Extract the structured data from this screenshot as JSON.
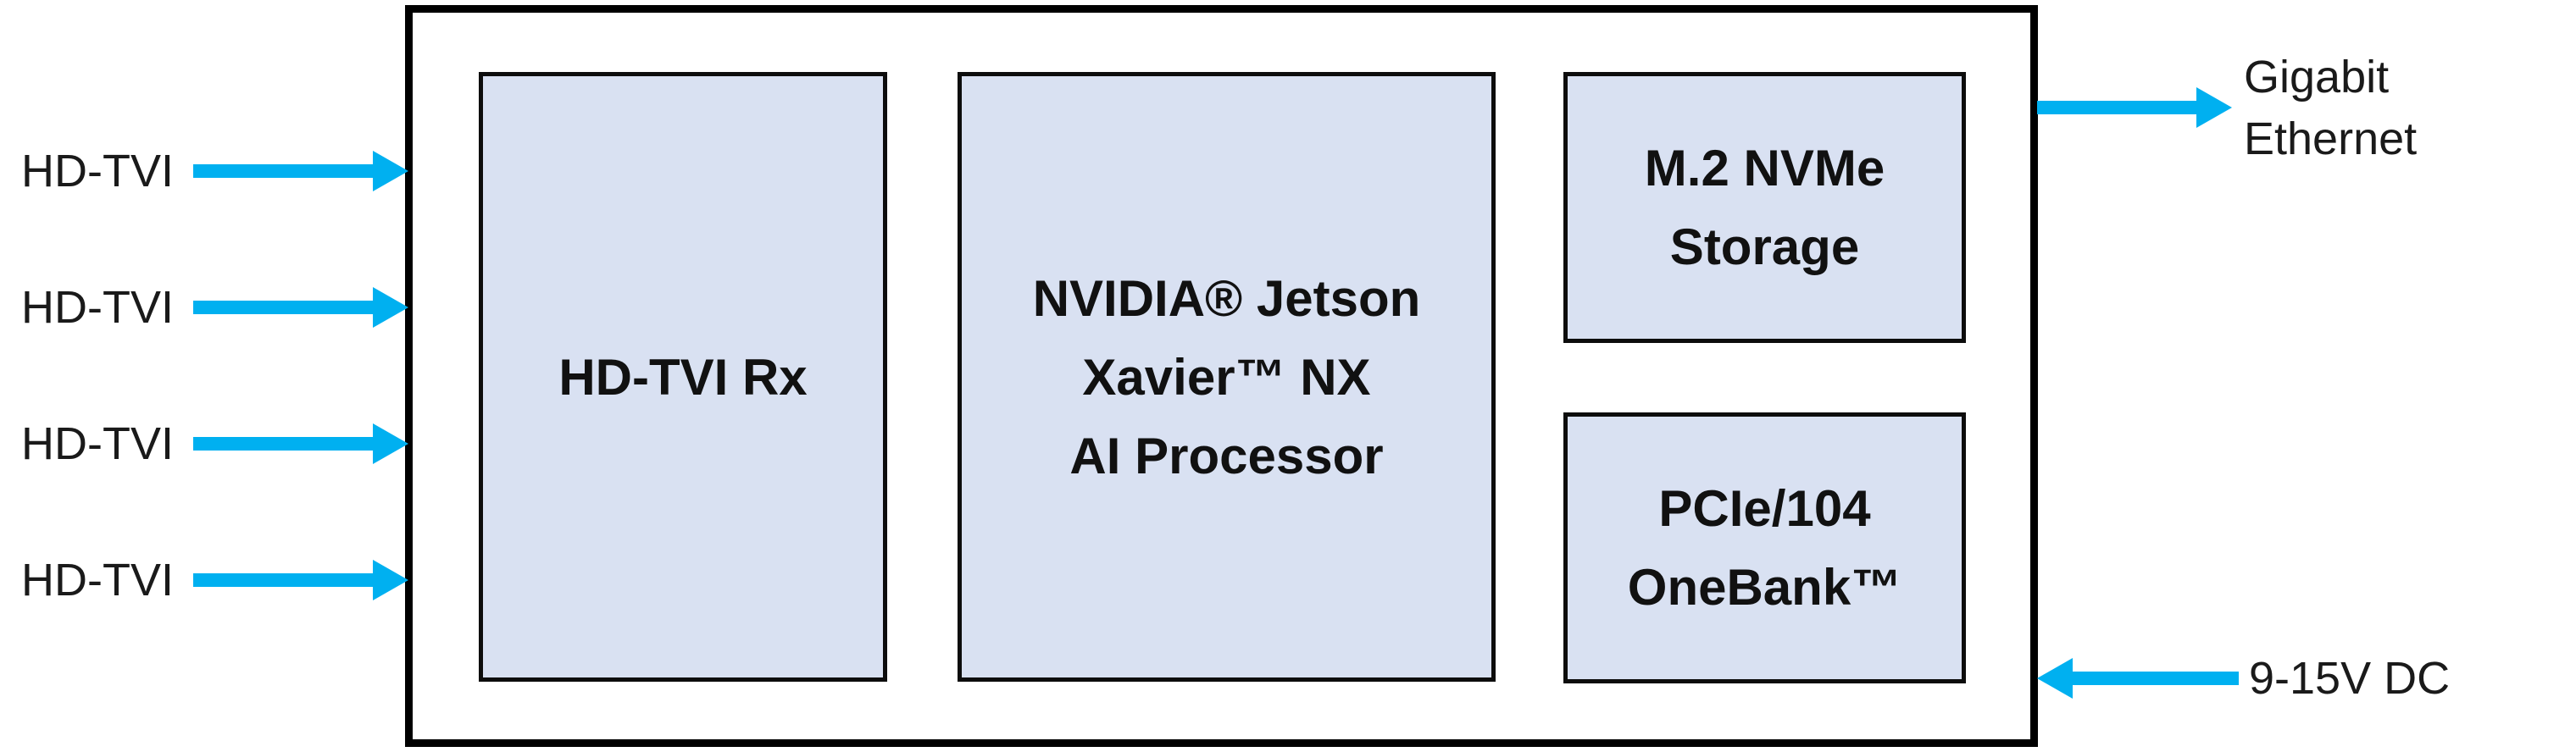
{
  "diagram": {
    "inputs": [
      {
        "label": "HD-TVI"
      },
      {
        "label": "HD-TVI"
      },
      {
        "label": "HD-TVI"
      },
      {
        "label": "HD-TVI"
      }
    ],
    "blocks": {
      "receiver": {
        "label": "HD-TVI Rx"
      },
      "processor": {
        "label": "NVIDIA® Jetson\nXavier™ NX\nAI Processor"
      },
      "storage": {
        "label": "M.2 NVMe\nStorage"
      },
      "expansion": {
        "label": "PCIe/104\nOneBank™"
      }
    },
    "outputs": {
      "ethernet": {
        "label": "Gigabit\nEthernet",
        "direction": "out"
      },
      "power": {
        "label": "9-15V DC",
        "direction": "in"
      }
    },
    "colors": {
      "arrow": "#00B0F0",
      "block_fill": "#D9E1F2",
      "border": "#000000"
    }
  }
}
